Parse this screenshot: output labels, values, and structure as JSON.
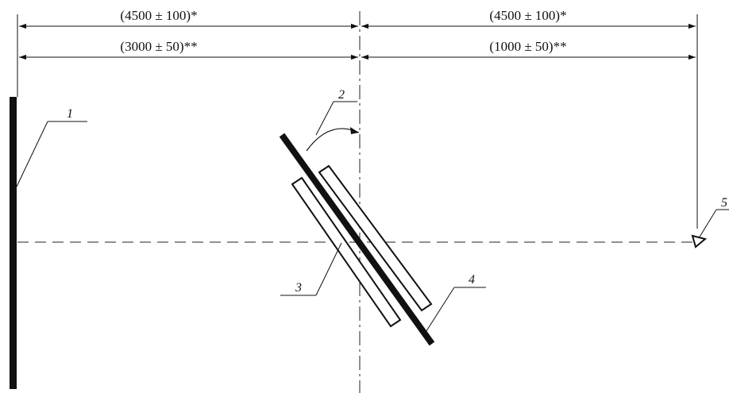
{
  "dimensions": {
    "top_left": "(4500 ± 100)*",
    "top_right": "(4500 ± 100)*",
    "second_left": "(3000 ± 50)**",
    "second_right": "(1000 ± 50)**"
  },
  "callouts": {
    "item_1": "1",
    "item_2": "2",
    "item_3": "3",
    "item_4": "4",
    "item_5": "5"
  }
}
